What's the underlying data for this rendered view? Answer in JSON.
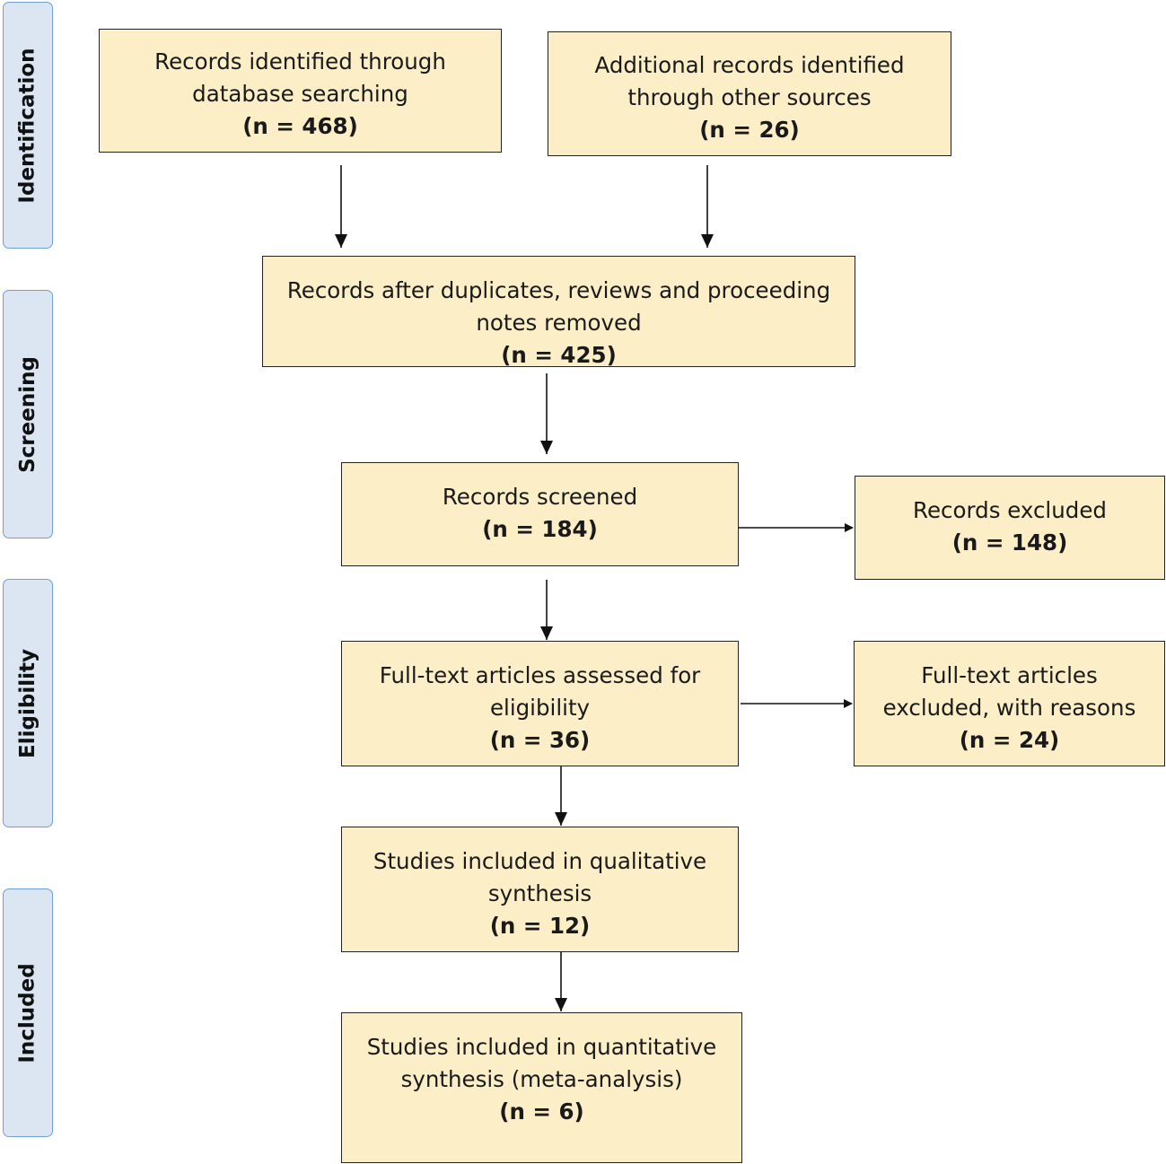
{
  "stages": {
    "identification": "Identification",
    "screening": "Screening",
    "eligibility": "Eligibility",
    "included": "Included"
  },
  "boxes": {
    "database": {
      "line1": "Records identified through",
      "line2": "database searching",
      "count": "(n = 468)"
    },
    "other_sources": {
      "line1": "Additional records identified",
      "line2": "through other sources",
      "count": "(n = 26)"
    },
    "after_duplicates": {
      "line1": "Records after duplicates, reviews and proceeding",
      "line2": "notes removed",
      "count": "(n = 425)"
    },
    "screened": {
      "line1": "Records screened",
      "count": "(n = 184)"
    },
    "excluded": {
      "line1": "Records excluded",
      "count": "(n = 148)"
    },
    "fulltext_assessed": {
      "line1": "Full-text articles assessed for",
      "line2": "eligibility",
      "count": "(n = 36)"
    },
    "fulltext_excluded": {
      "line1": "Full-text articles",
      "line2": "excluded, with reasons",
      "count": "(n = 24)"
    },
    "qualitative": {
      "line1": "Studies included in qualitative",
      "line2": "synthesis",
      "count": "(n = 12)"
    },
    "quantitative": {
      "line1": "Studies included in quantitative",
      "line2": "synthesis (meta-analysis)",
      "count": "(n = 6)"
    }
  }
}
